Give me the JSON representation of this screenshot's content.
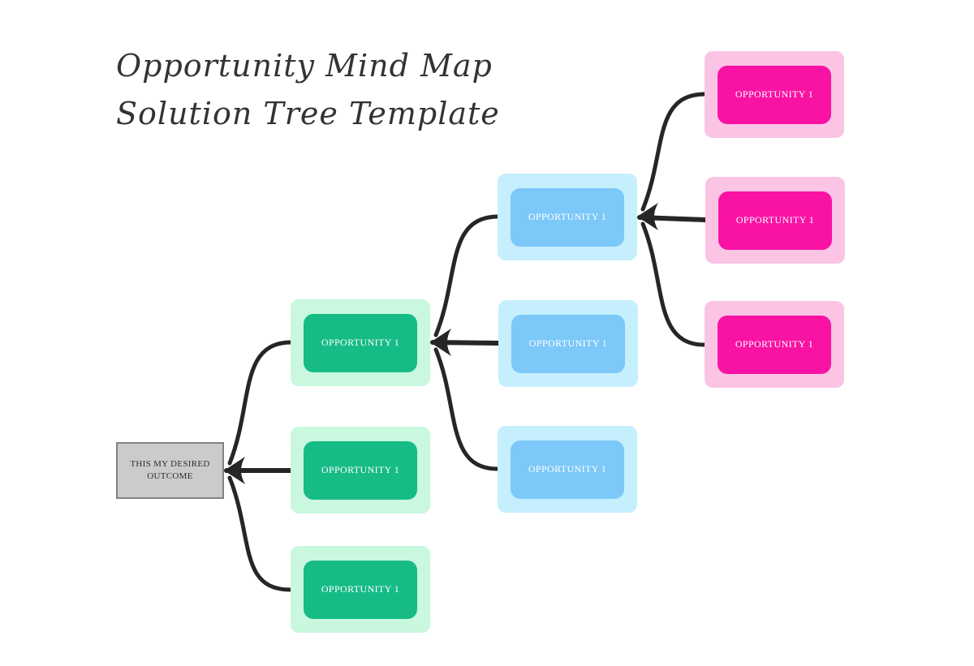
{
  "title": {
    "line1": "Opportunity Mind Map",
    "line2": "Solution Tree Template"
  },
  "root": {
    "line1": "THIS MY DESIRED",
    "line2": "OUTCOME"
  },
  "nodes": {
    "green": [
      {
        "label": "OPPORTUNITY 1"
      },
      {
        "label": "OPPORTUNITY 1"
      },
      {
        "label": "OPPORTUNITY 1"
      }
    ],
    "blue": [
      {
        "label": "OPPORTUNITY 1"
      },
      {
        "label": "OPPORTUNITY 1"
      },
      {
        "label": "OPPORTUNITY 1"
      }
    ],
    "pink": [
      {
        "label": "OPPORTUNITY 1"
      },
      {
        "label": "OPPORTUNITY 1"
      },
      {
        "label": "OPPORTUNITY 1"
      }
    ]
  },
  "colors": {
    "title_text": "#333333",
    "connector": "#262626",
    "root_fill": "#cbcbcb",
    "root_border": "#828282",
    "root_text": "#2f2f2f",
    "node_text": "#ffffff",
    "green_card": "#16bb86",
    "green_halo": "#c9f8de",
    "blue_card": "#7cc8f8",
    "blue_halo": "#c5effd",
    "pink_card": "#f913a4",
    "pink_halo": "#fbc4e5"
  }
}
